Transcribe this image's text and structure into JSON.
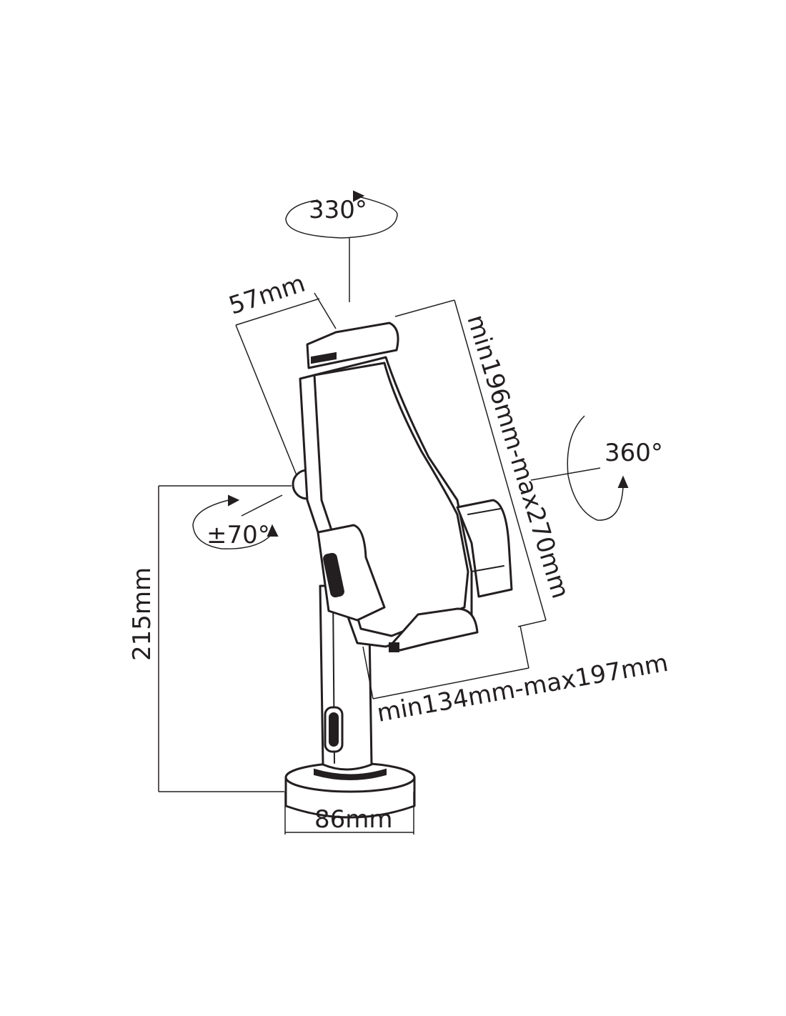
{
  "diagram": {
    "labels": {
      "rotation_top": "330°",
      "rotation_right": "360°",
      "tilt": "±70°",
      "depth": "57mm",
      "holder_height": "min196mm-max270mm",
      "holder_width": "min134mm-max197mm",
      "total_height": "215mm",
      "base_diameter": "86mm"
    }
  }
}
